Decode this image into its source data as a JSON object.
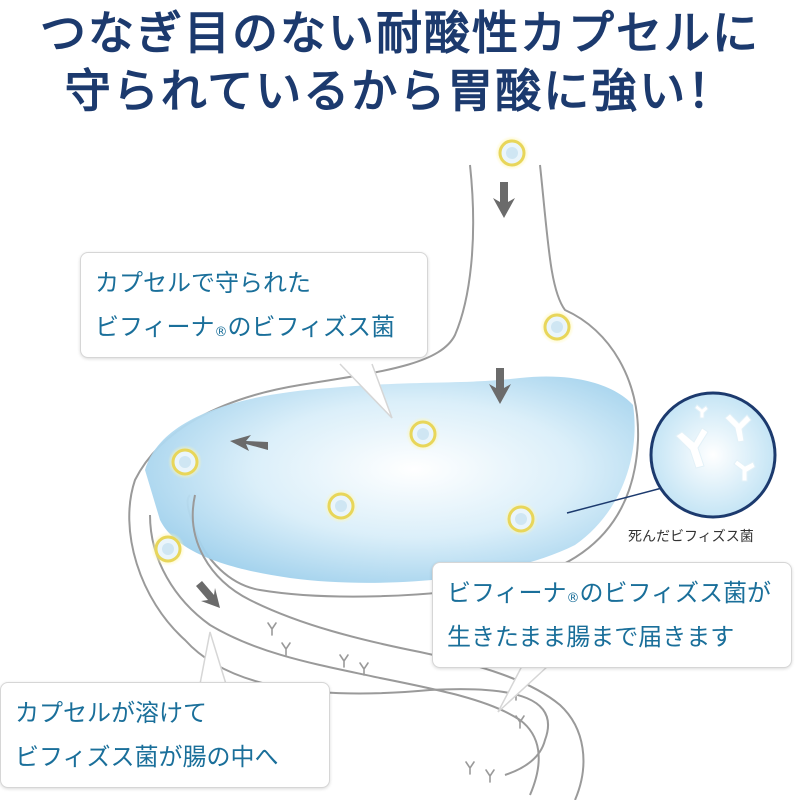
{
  "headline": {
    "line1": "つなぎ目のない耐酸性カプセルに",
    "line2": "守られているから胃酸に強い！"
  },
  "callouts": {
    "protected": {
      "line1": "カプセルで守られた",
      "line2_pre": "ビフィーナ",
      "mark": "®",
      "line2_post": "のビフィズス菌"
    },
    "alive": {
      "line1_pre": "ビフィーナ",
      "mark": "®",
      "line1_post": "のビフィズス菌が",
      "line2": "生きたまま腸まで届きます"
    },
    "dissolve": {
      "line1": "カプセルが溶けて",
      "line2": "ビフィズス菌が腸の中へ"
    }
  },
  "dead_bacteria_label": "死んだビフィズス菌",
  "colors": {
    "headline": "#1c3a6e",
    "callout_text": "#1a6f9a",
    "acid": "#a9d7ef",
    "capsule_ring": "#f3e27a",
    "arrow": "#6b6b6b"
  }
}
